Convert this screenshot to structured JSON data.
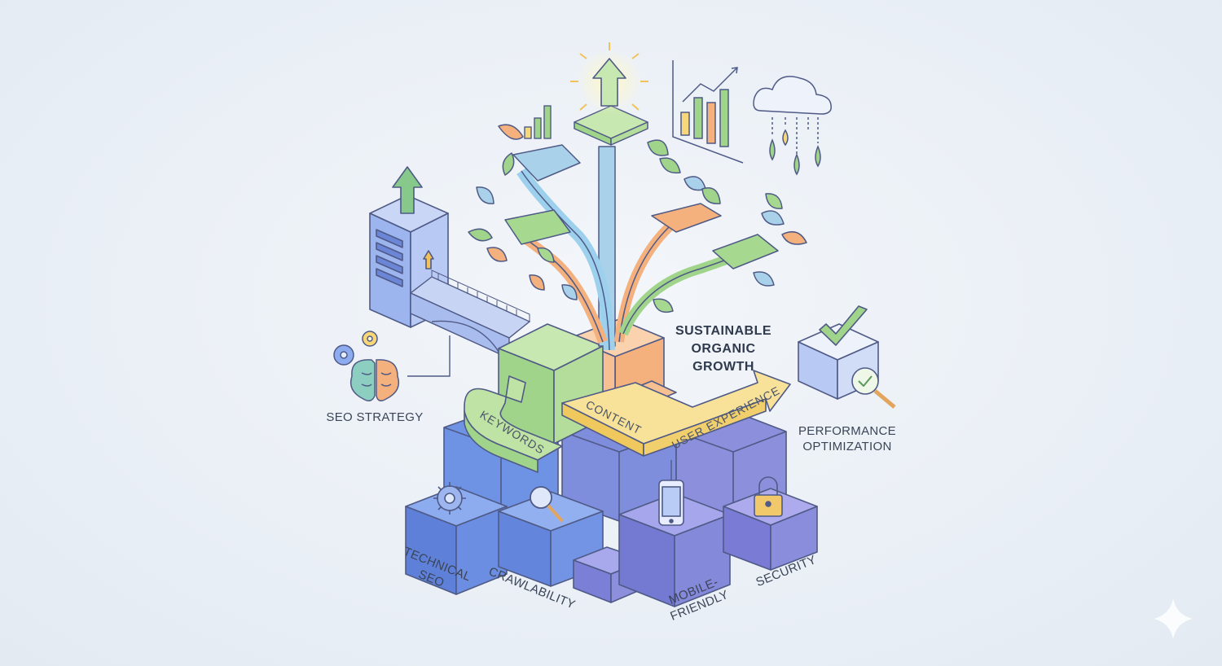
{
  "diagram": {
    "title": "SUSTAINABLE\nORGANIC\nGROWTH",
    "strategy_label": "SEO STRATEGY",
    "performance_label": "PERFORMANCE\nOPTIMIZATION",
    "arrow_labels": {
      "keywords": "KEYWORDS",
      "content": "CONTENT",
      "user_experience": "USER EXPERIENCE"
    },
    "foundation": {
      "technical_seo": "TECHNICAL\nSEO",
      "crawlability": "CRAWLABILITY",
      "mobile_friendly": "MOBILE-\nFRIENDLY",
      "security": "SECURITY"
    }
  },
  "icons": [
    "gear-icon",
    "magnifier-icon",
    "smartphone-icon",
    "padlock-icon",
    "brain-icon",
    "checkmark-icon",
    "cloud-rain-icon",
    "bar-chart-icon",
    "growth-arrow-icon",
    "building-icon",
    "sparkle-icon"
  ],
  "colors": {
    "blue_block": "#6a8ee0",
    "violet_block": "#8a8fdc",
    "green": "#9fd48a",
    "orange": "#f4b07d",
    "yellow": "#f6d77a",
    "outline": "#4f5a86"
  }
}
